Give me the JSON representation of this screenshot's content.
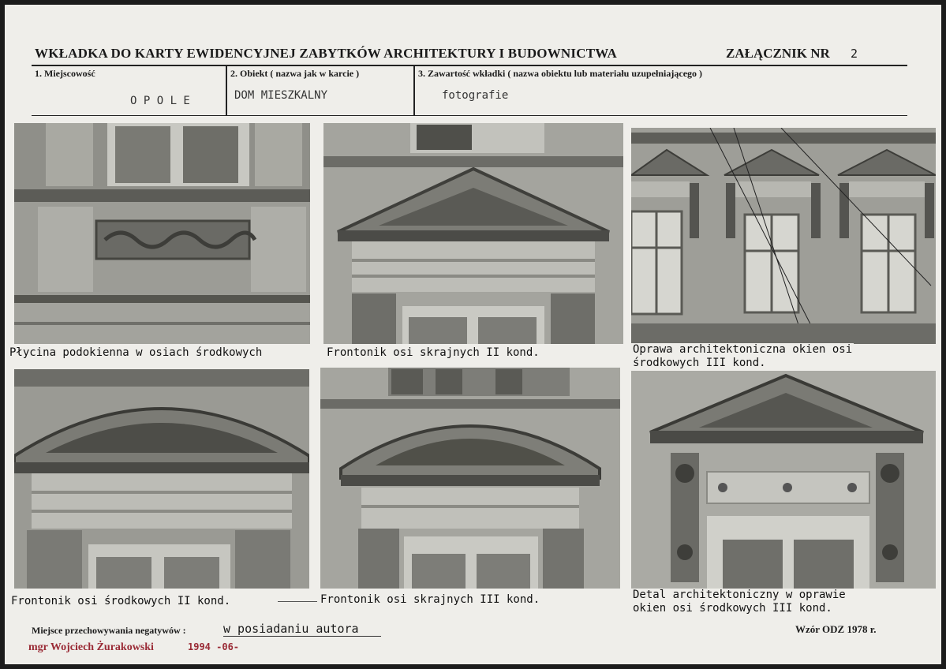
{
  "header": {
    "title": "WKŁADKA DO KARTY EWIDENCYJNEJ ZABYTKÓW ARCHITEKTURY I BUDOWNICTWA",
    "annex_label": "ZAŁĄCZNIK NR",
    "annex_number": "2"
  },
  "fields": {
    "place_label": "1. Miejscowość",
    "place_value": "O P O L E",
    "object_label": "2. Obiekt ( nazwa jak w karcie )",
    "object_value": "DOM MIESZKALNY",
    "content_label": "3. Zawartość wkładki ( nazwa obiektu lub materiału uzupełniającego )",
    "content_value": "fotografie"
  },
  "photos": [
    {
      "caption": "Płycina podokienna w osiach środkowych",
      "icon": "relief-panel-photo"
    },
    {
      "caption": "Frontonik osi skrajnych II kond.",
      "icon": "triangular-pediment-photo"
    },
    {
      "caption": "Oprawa architektoniczna okien osi\nśrodkowych III kond.",
      "icon": "window-frames-photo"
    },
    {
      "caption": "Frontonik osi środkowych II kond.",
      "icon": "segmental-pediment-photo"
    },
    {
      "caption": "Frontonik osi skrajnych III kond.",
      "icon": "segmental-pediment-photo"
    },
    {
      "caption": "Detal architektoniczny w oprawie\nokien osi środkowych III kond.",
      "icon": "pediment-detail-photo"
    }
  ],
  "footer": {
    "negatives_label": "Miejsce przechowywania negatywów :",
    "negatives_value": "w posiadaniu autora",
    "form_ref": "Wzór ODZ 1978 r.",
    "stamp_author": "mgr Wojciech Żurakowski",
    "stamp_date": "1994 -06-"
  }
}
